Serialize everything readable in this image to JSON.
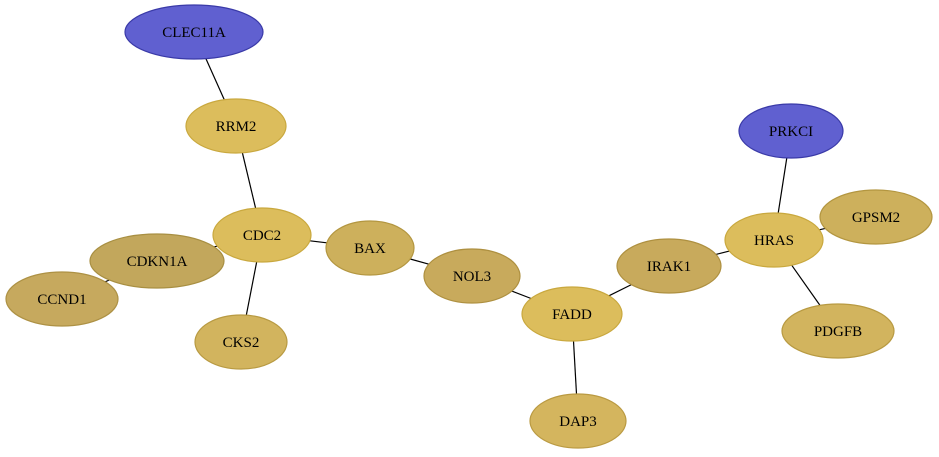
{
  "diagram": {
    "nodes": [
      {
        "id": "CLEC11A",
        "label": "CLEC11A",
        "fill": "#6060d0",
        "stroke": "#3a3aa8"
      },
      {
        "id": "RRM2",
        "label": "RRM2",
        "fill": "#dcbd5c",
        "stroke": "#c9a83e"
      },
      {
        "id": "CDC2",
        "label": "CDC2",
        "fill": "#dcbd5c",
        "stroke": "#c9a83e"
      },
      {
        "id": "CDKN1A",
        "label": "CDKN1A",
        "fill": "#c2a75c",
        "stroke": "#a88f42"
      },
      {
        "id": "CCND1",
        "label": "CCND1",
        "fill": "#c6a95e",
        "stroke": "#ad9144"
      },
      {
        "id": "CKS2",
        "label": "CKS2",
        "fill": "#d2b45e",
        "stroke": "#b89a42"
      },
      {
        "id": "BAX",
        "label": "BAX",
        "fill": "#cdb05c",
        "stroke": "#b39640"
      },
      {
        "id": "NOL3",
        "label": "NOL3",
        "fill": "#c8aa5c",
        "stroke": "#ae9040"
      },
      {
        "id": "FADD",
        "label": "FADD",
        "fill": "#dcbd5c",
        "stroke": "#c9a83e"
      },
      {
        "id": "DAP3",
        "label": "DAP3",
        "fill": "#d4b55e",
        "stroke": "#ba9a42"
      },
      {
        "id": "IRAK1",
        "label": "IRAK1",
        "fill": "#c8aa5c",
        "stroke": "#ae9040"
      },
      {
        "id": "HRAS",
        "label": "HRAS",
        "fill": "#dcbd5c",
        "stroke": "#c9a83e"
      },
      {
        "id": "PRKCI",
        "label": "PRKCI",
        "fill": "#6060d0",
        "stroke": "#3a3aa8"
      },
      {
        "id": "GPSM2",
        "label": "GPSM2",
        "fill": "#cdb05c",
        "stroke": "#b39640"
      },
      {
        "id": "PDGFB",
        "label": "PDGFB",
        "fill": "#d2b45e",
        "stroke": "#b89a42"
      }
    ],
    "edges": [
      {
        "from": "CLEC11A",
        "to": "RRM2"
      },
      {
        "from": "RRM2",
        "to": "CDC2"
      },
      {
        "from": "CDC2",
        "to": "CDKN1A"
      },
      {
        "from": "CDKN1A",
        "to": "CCND1"
      },
      {
        "from": "CDC2",
        "to": "CKS2"
      },
      {
        "from": "CDC2",
        "to": "BAX"
      },
      {
        "from": "BAX",
        "to": "NOL3"
      },
      {
        "from": "NOL3",
        "to": "FADD"
      },
      {
        "from": "FADD",
        "to": "DAP3"
      },
      {
        "from": "FADD",
        "to": "IRAK1"
      },
      {
        "from": "IRAK1",
        "to": "HRAS"
      },
      {
        "from": "HRAS",
        "to": "PRKCI"
      },
      {
        "from": "HRAS",
        "to": "GPSM2"
      },
      {
        "from": "HRAS",
        "to": "PDGFB"
      }
    ]
  }
}
